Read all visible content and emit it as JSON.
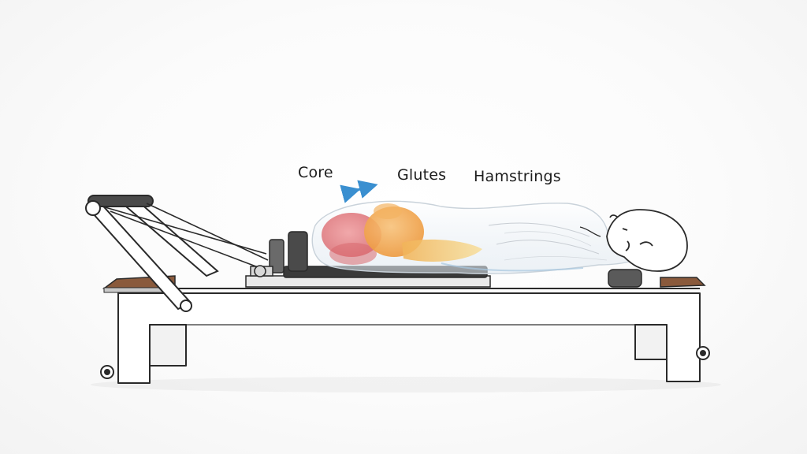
{
  "labels": {
    "core": "Core",
    "glutes": "Glutes",
    "hamstrings": "Hamstrings"
  },
  "colors": {
    "core_muscle": "#e8777c",
    "glute_muscle": "#f2a64e",
    "hamstring_muscle": "#f4c66a",
    "arrow": "#3a8fd0",
    "frame_outline": "#2a2a2a",
    "wood": "#8a5a3c"
  },
  "icons": {
    "movement_arrow": "double-headed-arrow-icon"
  }
}
